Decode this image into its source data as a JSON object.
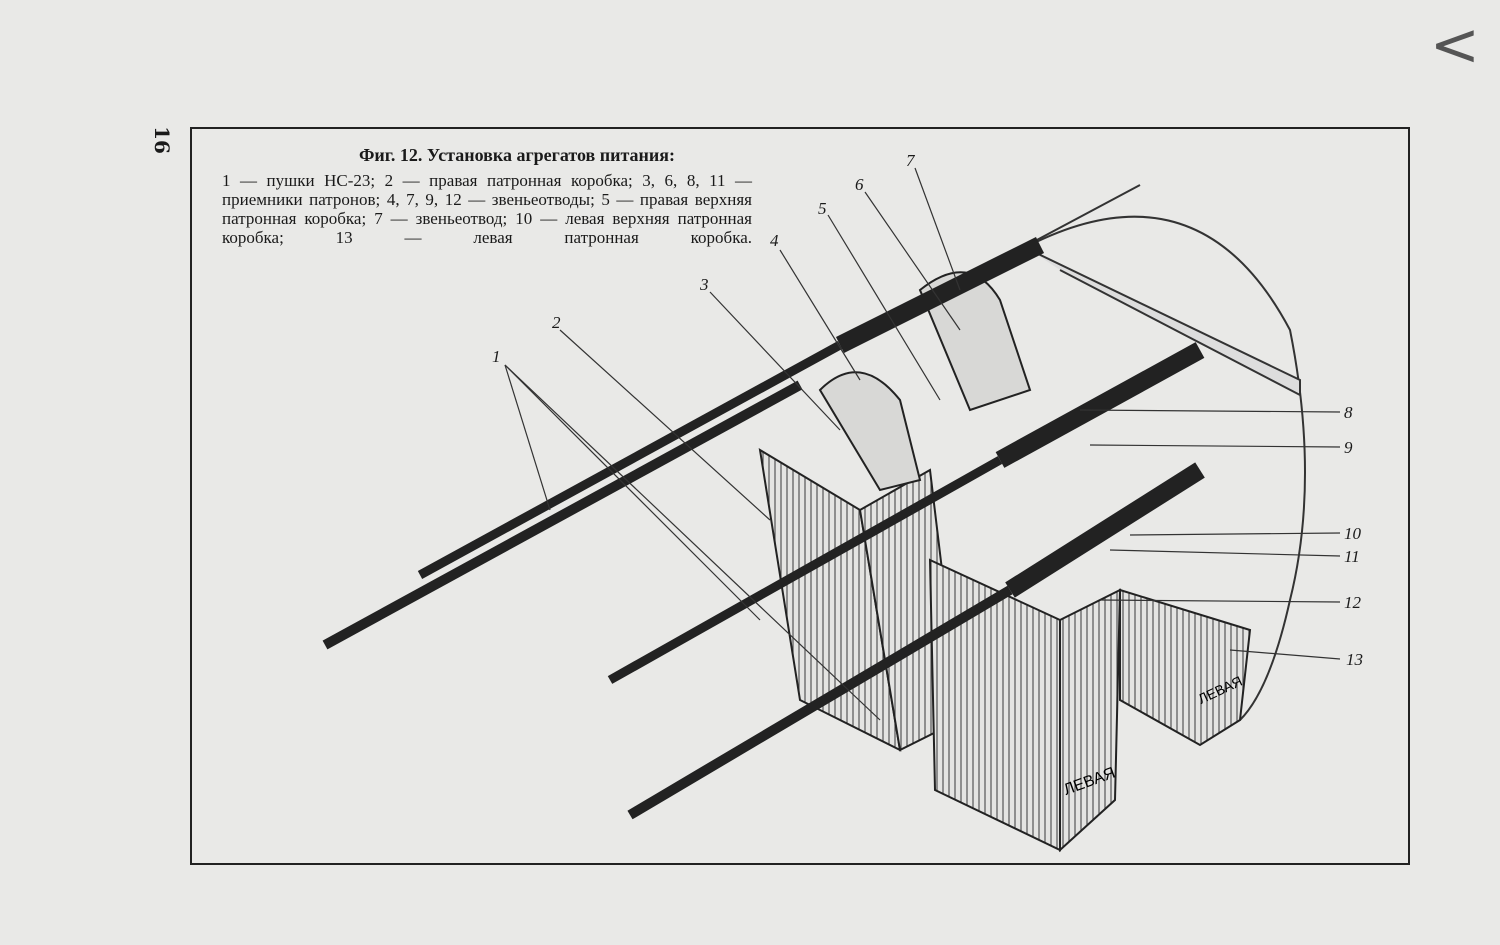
{
  "page_number": "16",
  "figure": {
    "title": "Фиг. 12. Установка агрегатов питания:",
    "legend_text": "1 — пушки НС-23; 2 — правая патронная коробка; 3, 6, 8, 11 — приемники патронов; 4, 7, 9, 12 — звеньеотводы; 5 — правая верхняя патронная коробка; 7 — звеньеотвод; 10 — левая верхняя патронная коробка; 13 — левая патронная коробка.",
    "callouts": [
      "1",
      "2",
      "3",
      "4",
      "5",
      "6",
      "7",
      "8",
      "9",
      "10",
      "11",
      "12",
      "13"
    ],
    "box_labels": [
      "ЛЕВАЯ",
      "ЛЕВАЯ"
    ]
  }
}
